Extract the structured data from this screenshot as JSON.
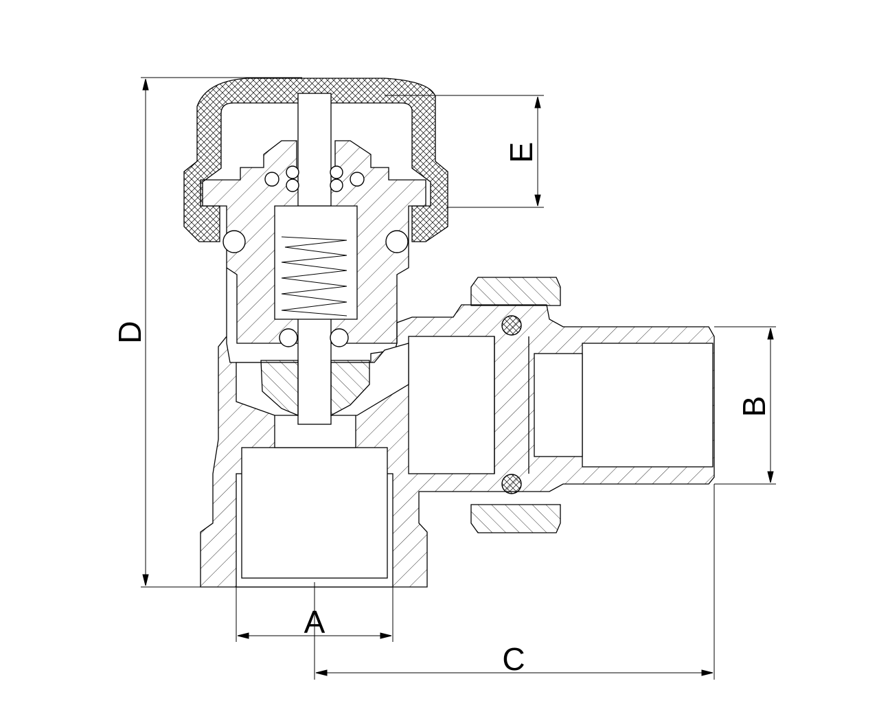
{
  "diagram": {
    "labels": {
      "A": "A",
      "B": "B",
      "C": "C",
      "D": "D",
      "E": "E"
    },
    "colors": {
      "line": "#000000",
      "background": "#ffffff"
    }
  }
}
